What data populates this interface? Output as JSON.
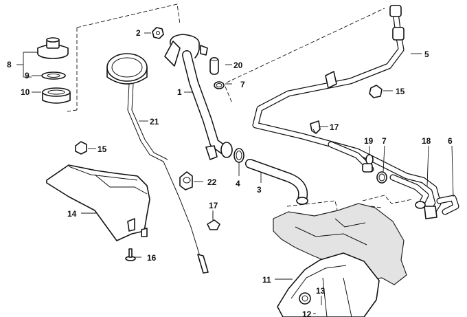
{
  "callouts": {
    "c1": "1",
    "c2": "2",
    "c3": "3",
    "c4": "4",
    "c5": "5",
    "c6": "6",
    "c7a": "7",
    "c7b": "7",
    "c8": "8",
    "c9": "9",
    "c10": "10",
    "c11": "11",
    "c12": "12",
    "c13": "13",
    "c14": "14",
    "c15a": "15",
    "c15b": "15",
    "c16": "16",
    "c17a": "17",
    "c17b": "17",
    "c18": "18",
    "c19": "19",
    "c20": "20",
    "c21": "21",
    "c22": "22"
  }
}
